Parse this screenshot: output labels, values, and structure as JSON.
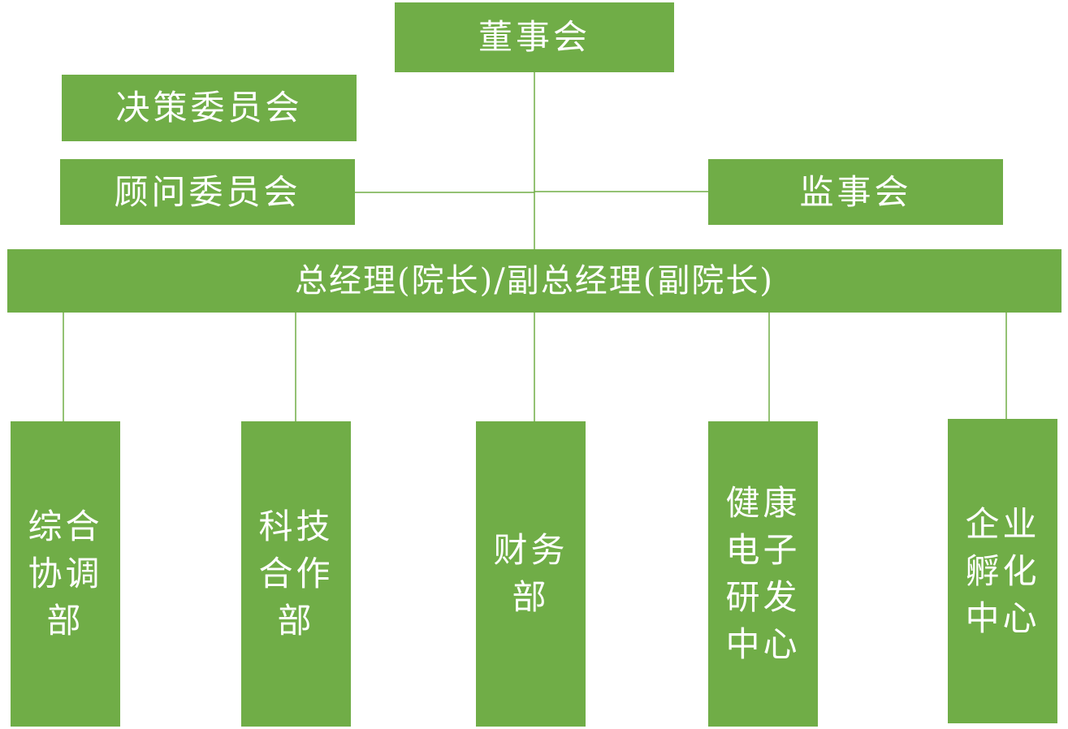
{
  "colors": {
    "box_fill": "#70ad47",
    "box_text": "#ffffff",
    "connector": "#70ad47",
    "background": "#ffffff"
  },
  "diagram": {
    "type": "org-chart",
    "board": "董事会",
    "decision_committee": "决策委员会",
    "advisory_committee": "顾问委员会",
    "supervisory_board": "监事会",
    "general_manager": "总经理(院长)/副总经理(副院长)",
    "departments": [
      {
        "lines": [
          "综合",
          "协调",
          "部"
        ]
      },
      {
        "lines": [
          "科技",
          "合作",
          "部"
        ]
      },
      {
        "lines": [
          "财务",
          "部"
        ]
      },
      {
        "lines": [
          "健康",
          "电子",
          "研发",
          "中心"
        ]
      },
      {
        "lines": [
          "企业",
          "孵化",
          "中心"
        ]
      }
    ]
  }
}
